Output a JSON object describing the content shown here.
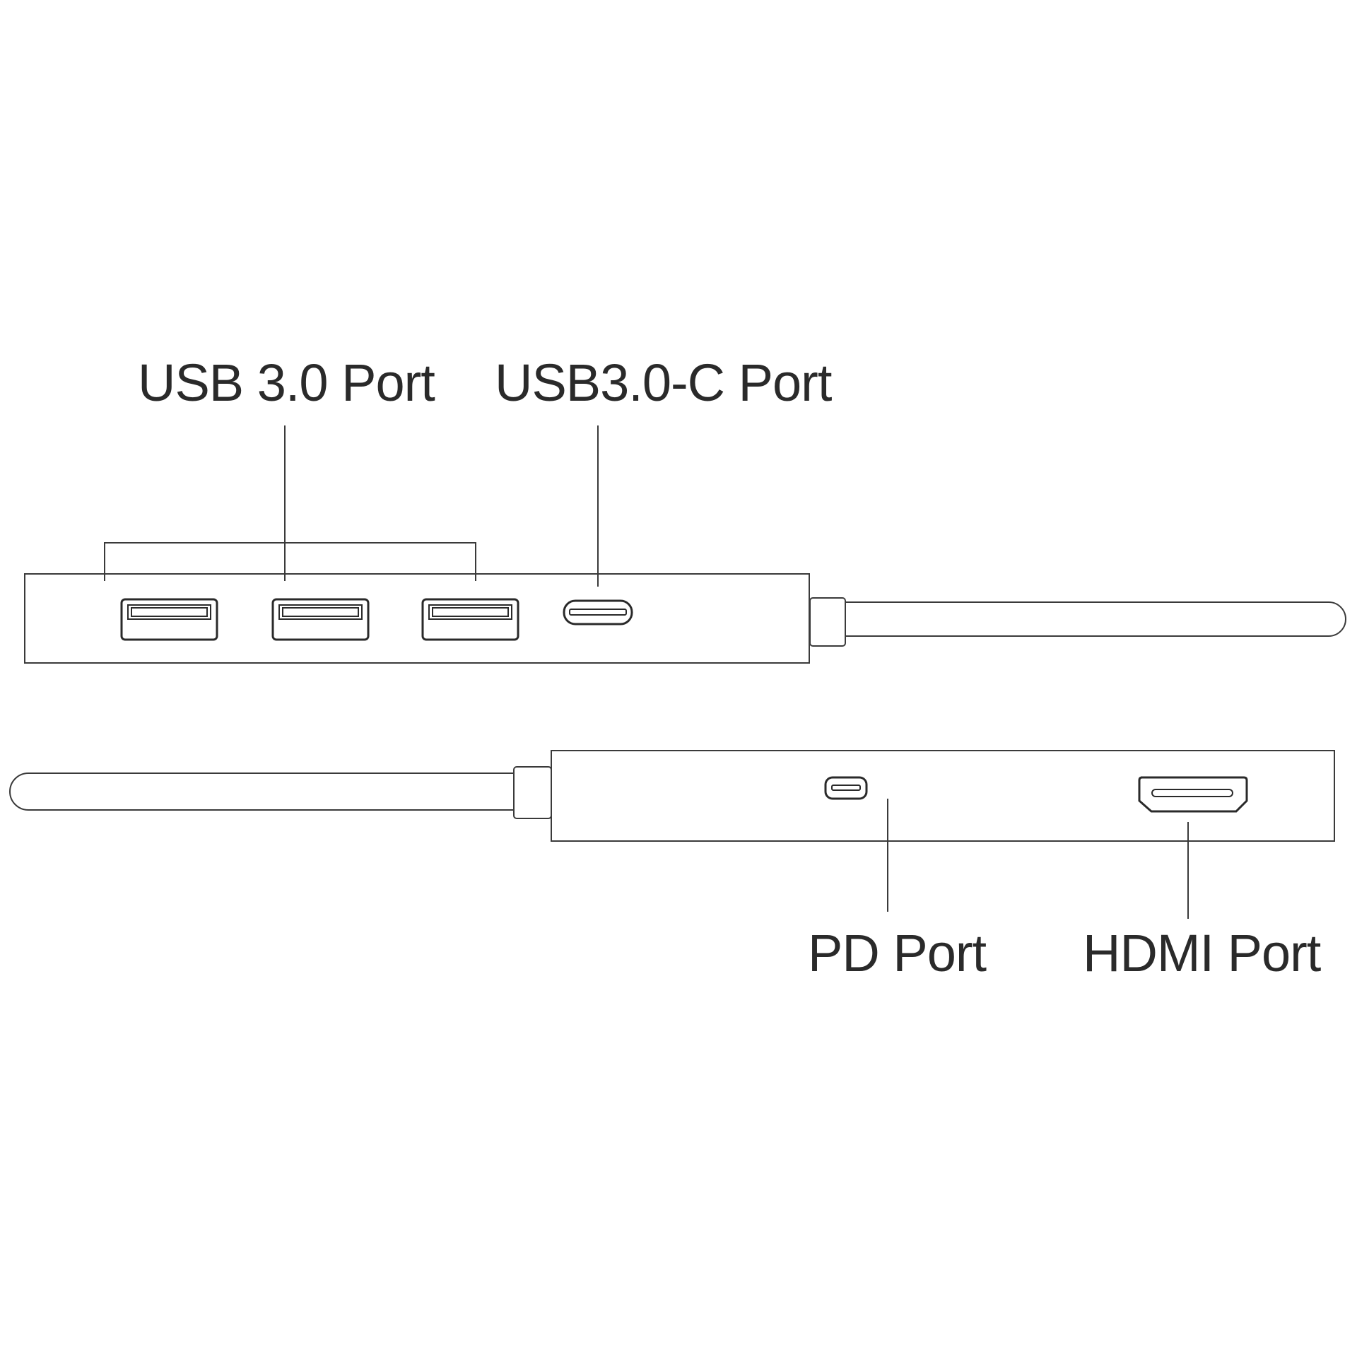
{
  "diagram": {
    "type": "product-port-diagram",
    "subject": "USB-C hub",
    "colors": {
      "line": "#3a3a3a",
      "text": "#2a2a2a",
      "background": "#ffffff"
    },
    "top_view": {
      "labels": {
        "usb_a": "USB 3.0 Port",
        "usb_c": "USB3.0-C Port"
      },
      "ports": [
        {
          "type": "usb-a",
          "name": "USB 3.0 Port 1"
        },
        {
          "type": "usb-a",
          "name": "USB 3.0 Port 2"
        },
        {
          "type": "usb-a",
          "name": "USB 3.0 Port 3"
        },
        {
          "type": "usb-c",
          "name": "USB3.0-C Port"
        }
      ]
    },
    "bottom_view": {
      "labels": {
        "pd": "PD Port",
        "hdmi": "HDMI Port"
      },
      "ports": [
        {
          "type": "usb-c",
          "name": "PD Port"
        },
        {
          "type": "hdmi",
          "name": "HDMI Port"
        }
      ]
    }
  }
}
